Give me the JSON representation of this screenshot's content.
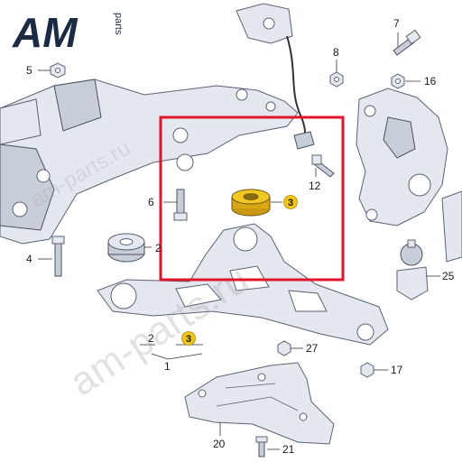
{
  "logo": {
    "main": "AM",
    "sub": "parts"
  },
  "watermarks": {
    "primary": "am-parts.ru",
    "secondary": "am-parts.ru"
  },
  "highlight_color": "#e0142b",
  "badge_color": "#f0c419",
  "labels": {
    "l1": "1",
    "l2a": "2",
    "l2b": "2",
    "l3a": "3",
    "l3b": "3",
    "l4": "4",
    "l5": "5",
    "l6": "6",
    "l7": "7",
    "l8": "8",
    "l12": "12",
    "l16": "16",
    "l17": "17",
    "l20": "20",
    "l21": "21",
    "l25": "25",
    "l27": "27"
  }
}
